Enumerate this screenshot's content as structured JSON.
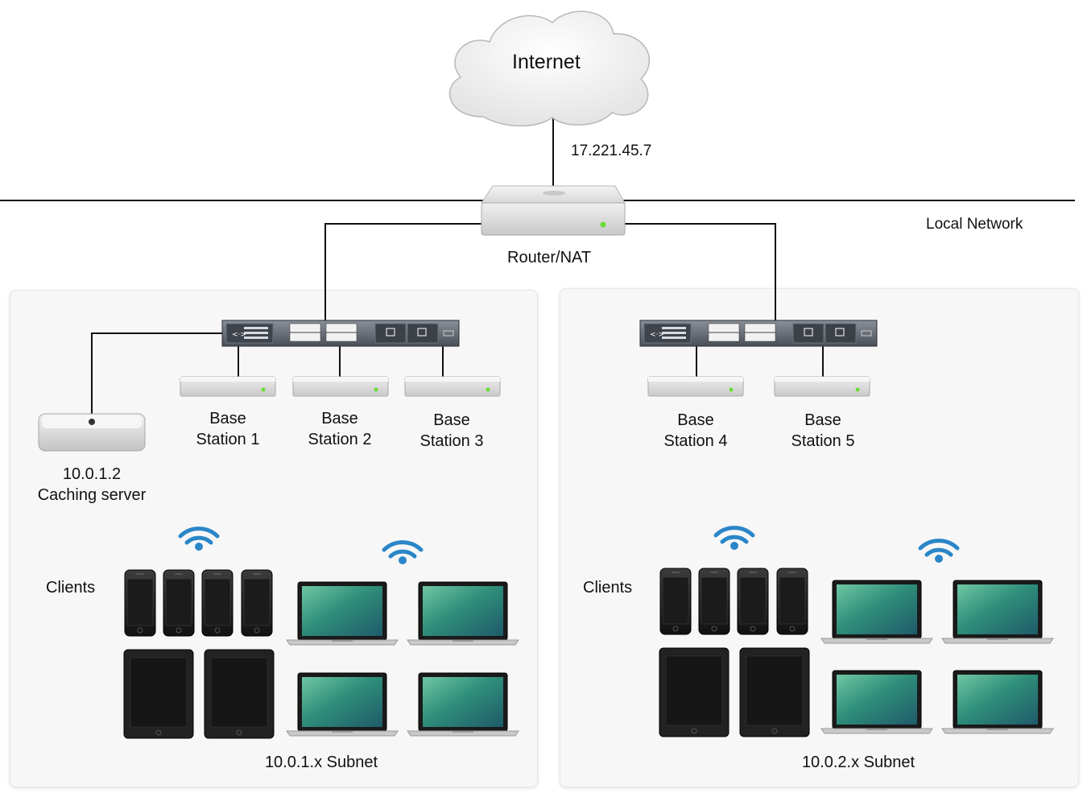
{
  "cloud": {
    "label": "Internet"
  },
  "wan": {
    "ip": "17.221.45.7"
  },
  "local_network": {
    "label": "Local Network"
  },
  "router": {
    "label": "Router/NAT"
  },
  "caching_server": {
    "ip": "10.0.1.2",
    "label": "Caching server"
  },
  "subnet_left": {
    "label": "10.0.1.x Subnet",
    "clients_label": "Clients",
    "base_stations": [
      {
        "line1": "Base",
        "line2": "Station 1"
      },
      {
        "line1": "Base",
        "line2": "Station 2"
      },
      {
        "line1": "Base",
        "line2": "Station 3"
      }
    ]
  },
  "subnet_right": {
    "label": "10.0.2.x Subnet",
    "clients_label": "Clients",
    "base_stations": [
      {
        "line1": "Base",
        "line2": "Station 4"
      },
      {
        "line1": "Base",
        "line2": "Station 5"
      }
    ]
  },
  "icons": {
    "cloud": "cloud-icon",
    "router": "airport-router-icon",
    "switch": "network-switch-icon",
    "base_station": "base-station-icon",
    "server": "mac-mini-icon",
    "wifi": "wifi-icon",
    "phone": "iphone-icon",
    "tablet": "ipad-icon",
    "laptop": "macbook-icon"
  },
  "colors": {
    "wifi": "#2a86c8",
    "led": "#66dd33",
    "panel": "#f7f7f7",
    "screen": "#2f8f7a"
  }
}
